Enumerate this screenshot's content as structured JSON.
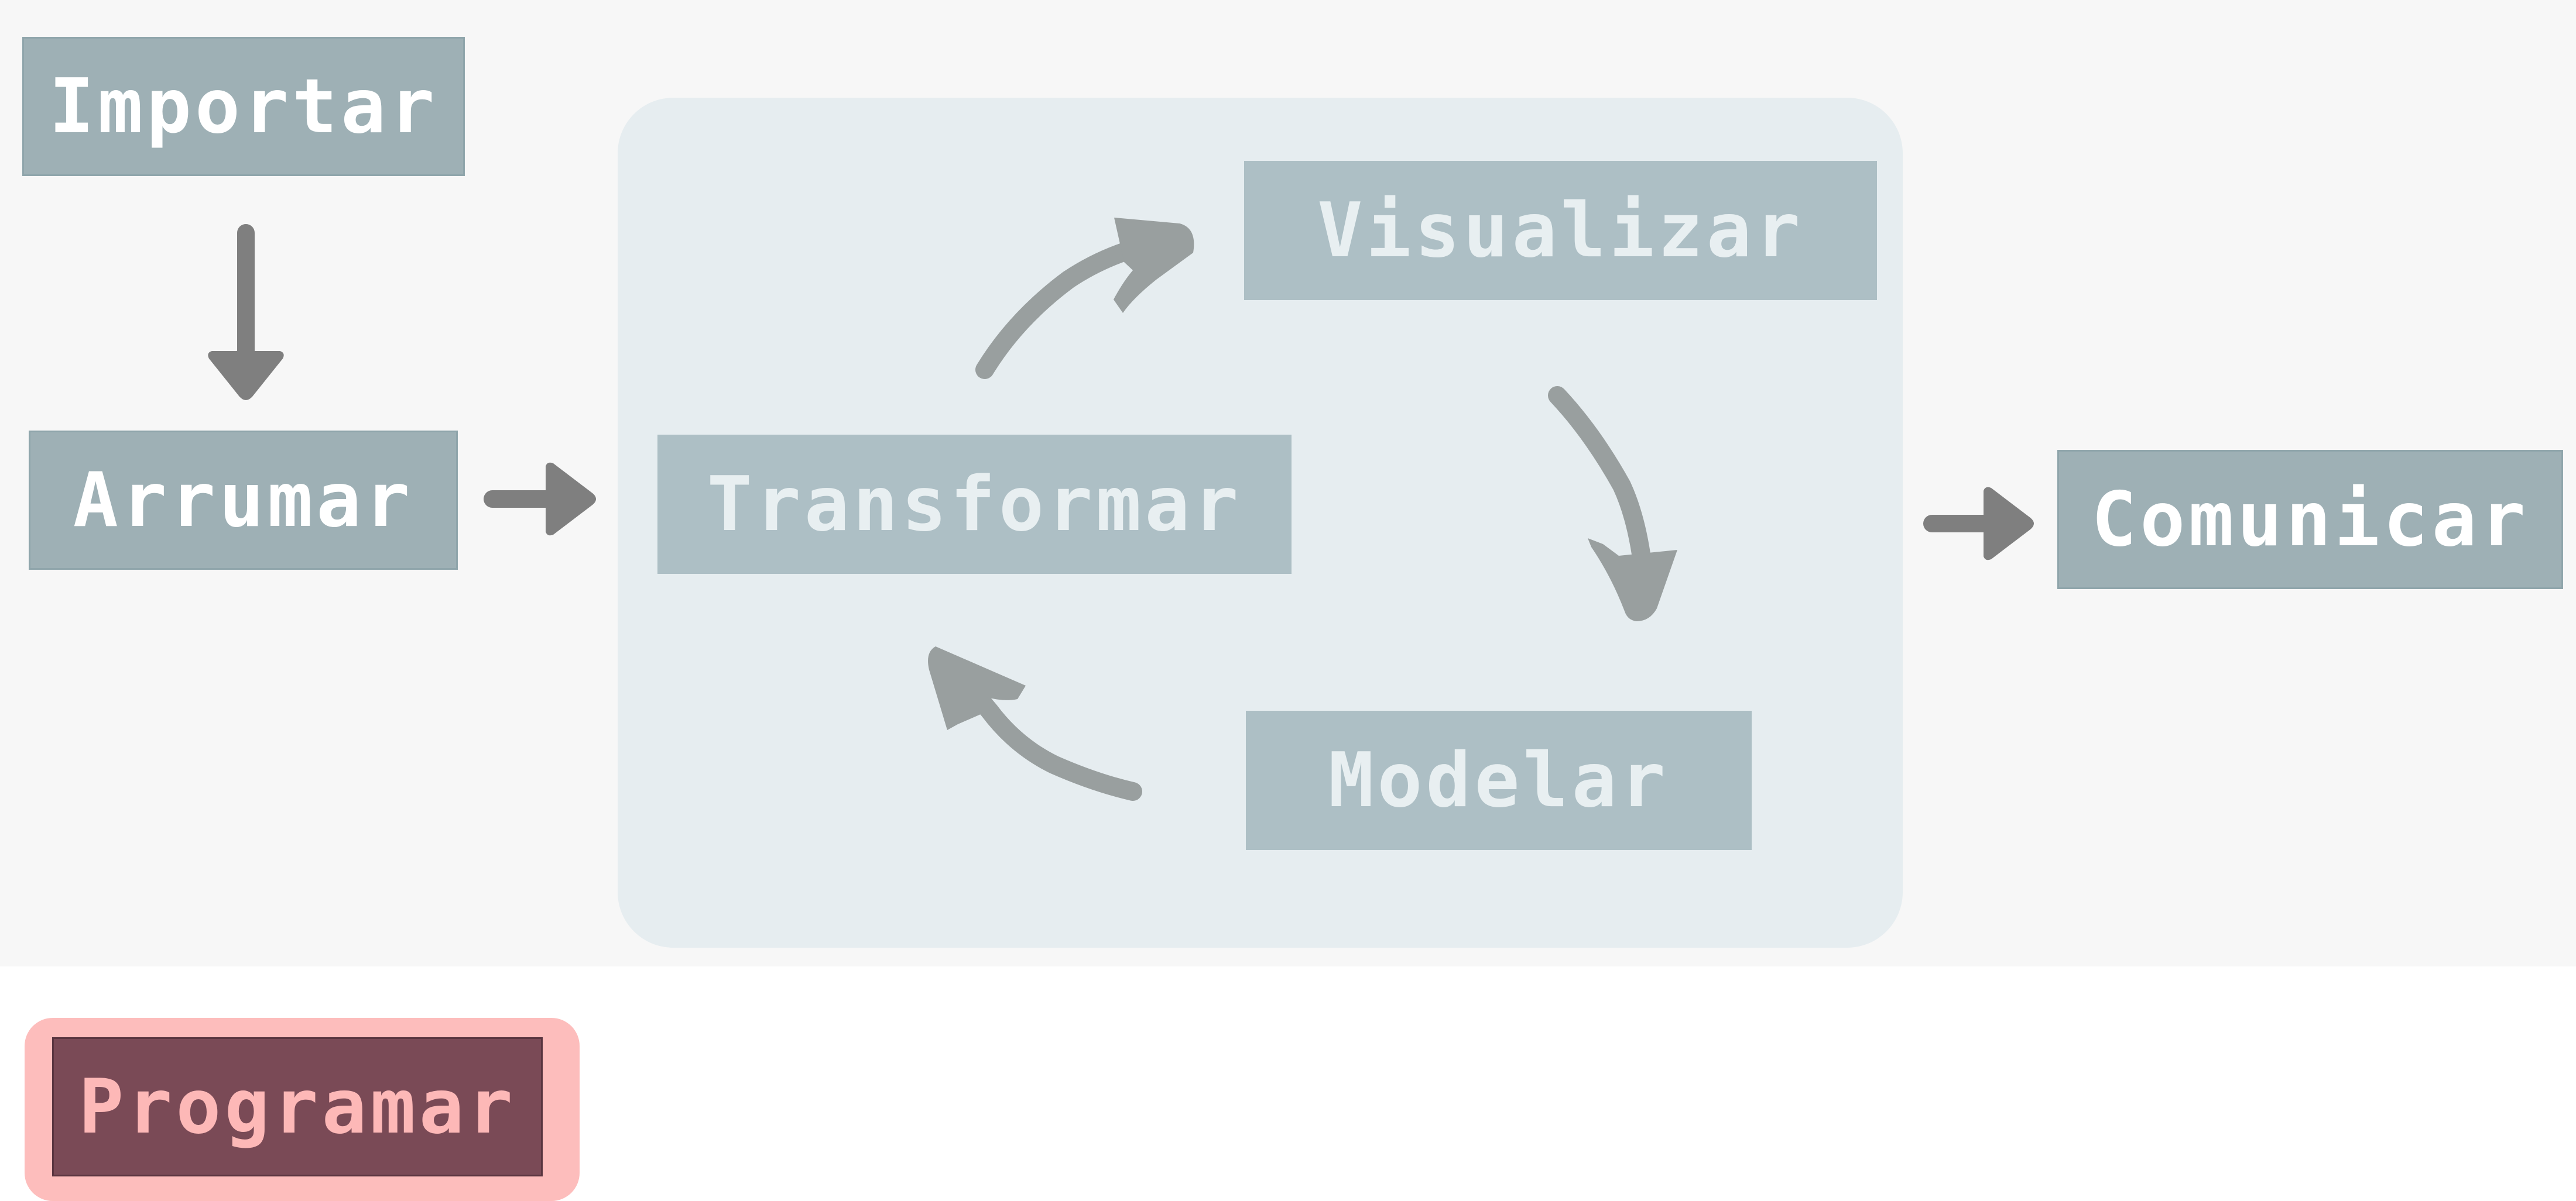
{
  "diagram": {
    "steps": {
      "importar": "Importar",
      "arrumar": "Arrumar",
      "transformar": "Transformar",
      "visualizar": "Visualizar",
      "modelar": "Modelar",
      "comunicar": "Comunicar",
      "programar": "Programar"
    }
  },
  "colors": {
    "page_background": "#f7f7f7",
    "bottom_background": "#ffffff",
    "cycle_panel": "#e6edf0",
    "outer_box_fill": "#9eb0b5",
    "outer_box_border": "#8fa5ab",
    "outer_box_text": "#ffffff",
    "inner_box_fill": "#adbfc5",
    "inner_box_text": "#e8eff1",
    "outer_arrow": "#7f7f7f",
    "cycle_arrow": "#999f9f",
    "programar_outer": "#fdbdbc",
    "programar_fill": "#7a4a56",
    "programar_text": "#fdb8b7"
  },
  "icons": {
    "flow_arrows": "straight-arrow-icon",
    "cycle_arrows": "curved-arrow-icon"
  }
}
